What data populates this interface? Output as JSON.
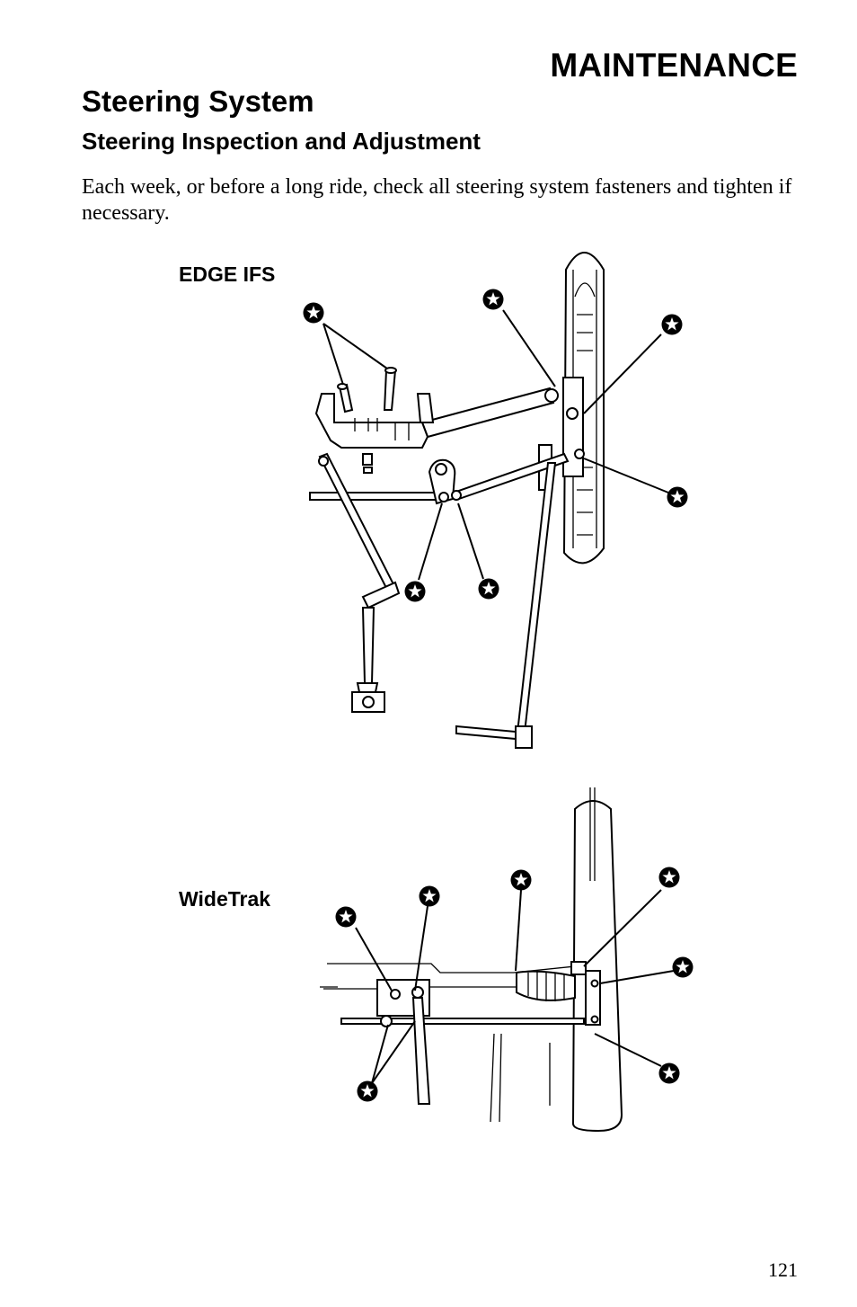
{
  "header": {
    "section": "MAINTENANCE"
  },
  "content": {
    "title": "Steering System",
    "subtitle": "Steering Inspection and Adjustment",
    "paragraph": "Each week, or before a long ride, check all steering system fasteners and tighten if necessary."
  },
  "figures": {
    "edge_label": "EDGE IFS",
    "widetrak_label": "WideTrak",
    "callout_icon": "star-in-circle-icon"
  },
  "footer": {
    "page_number": "121"
  }
}
